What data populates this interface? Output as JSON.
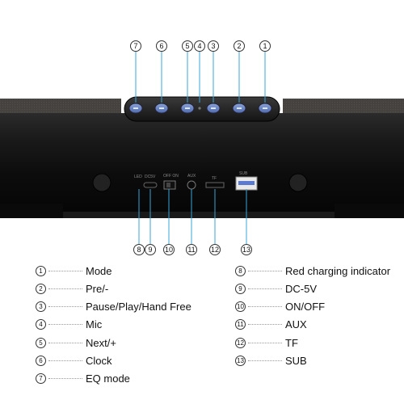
{
  "colors": {
    "leader": "#3aa4d8",
    "speaker_body": "#111111",
    "grille": "#4a4744",
    "button_face": "#6b87c9"
  },
  "callouts_top": [
    "7",
    "6",
    "5",
    "4",
    "3",
    "2",
    "1"
  ],
  "callouts_bottom": [
    "8",
    "9",
    "10",
    "11",
    "12",
    "13"
  ],
  "button_icons": [
    "eq-mode-icon",
    "clock-icon",
    "next-icon",
    "mic-icon",
    "pause-play-icon",
    "prev-icon",
    "mode-icon"
  ],
  "port_labels": {
    "red_led": "LED",
    "dc": "DC5V",
    "switch": "OFF ON",
    "aux": "AUX",
    "tf": "TF",
    "usb": "SUB"
  },
  "legend_left": [
    {
      "num": "1",
      "label": "Mode"
    },
    {
      "num": "2",
      "label": "Pre/-"
    },
    {
      "num": "3",
      "label": "Pause/Play/Hand Free"
    },
    {
      "num": "4",
      "label": "Mic"
    },
    {
      "num": "5",
      "label": "Next/+"
    },
    {
      "num": "6",
      "label": "Clock"
    },
    {
      "num": "7",
      "label": "EQ mode"
    }
  ],
  "legend_right": [
    {
      "num": "8",
      "label": "Red charging indicator"
    },
    {
      "num": "9",
      "label": "DC-5V"
    },
    {
      "num": "10",
      "label": "ON/OFF"
    },
    {
      "num": "11",
      "label": "AUX"
    },
    {
      "num": "12",
      "label": "TF"
    },
    {
      "num": "13",
      "label": "SUB"
    }
  ]
}
